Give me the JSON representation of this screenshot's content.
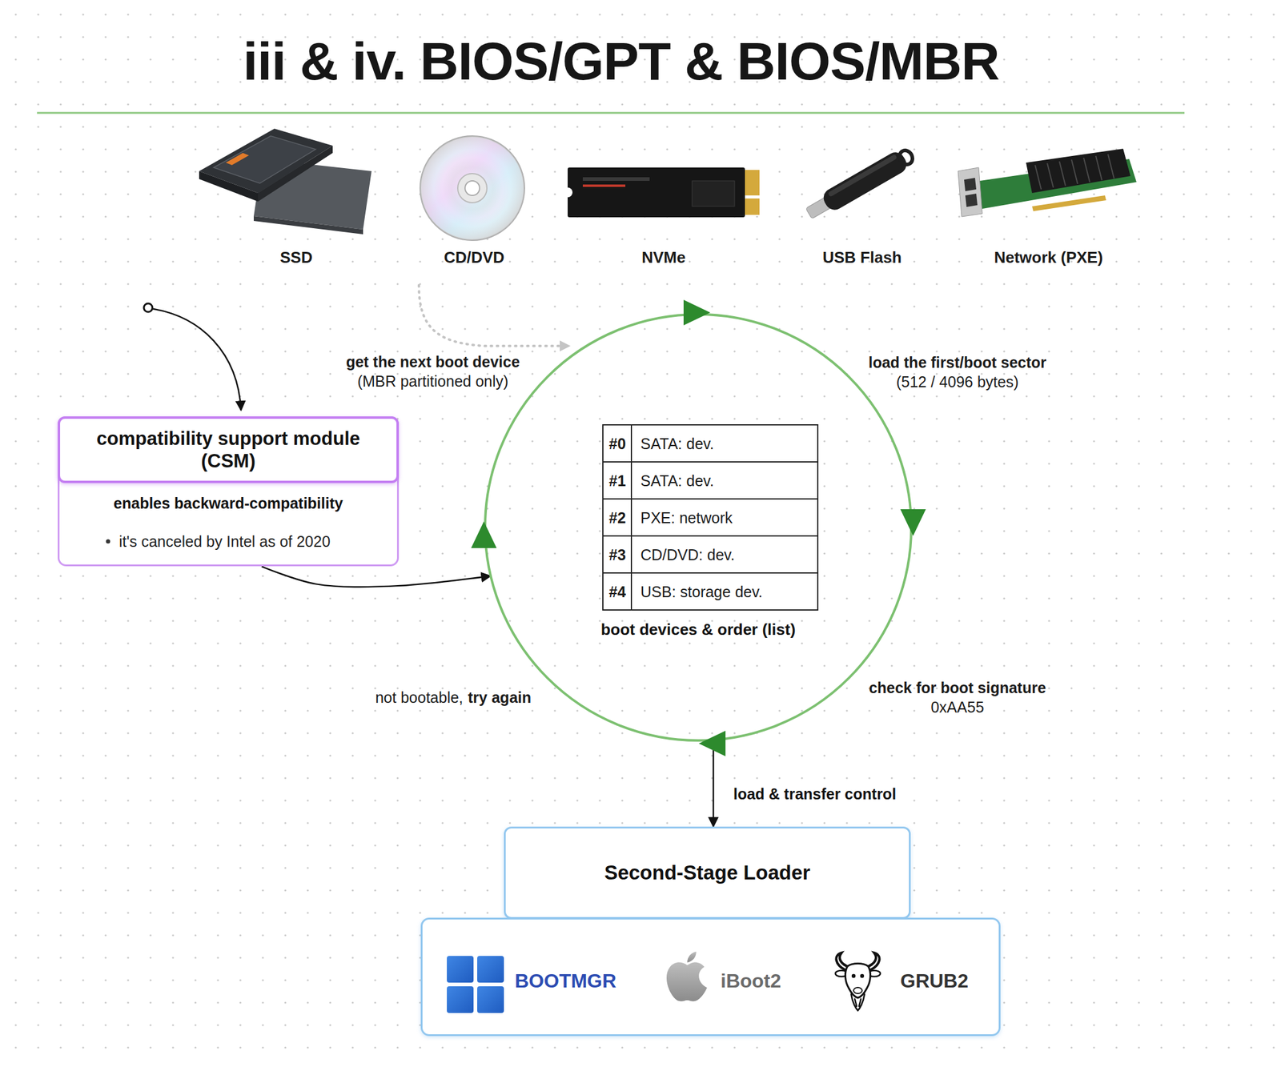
{
  "diagram": {
    "title": "iii & iv. BIOS/GPT & BIOS/MBR",
    "nodes": [
      {
        "text": [
          "compatibility support module (CSM)",
          "enables backward-compatibility",
          "it's canceled by Intel as of 2020"
        ]
      },
      {
        "text": [
          "boot devices & order (list)"
        ]
      },
      {
        "text": [
          "Second-Stage Loader"
        ]
      },
      {
        "text": [
          "BOOTMGR",
          "iBoot2",
          "GRUB2"
        ]
      }
    ],
    "edges": [
      {
        "from": 0,
        "to": 1,
        "arrow": "to"
      },
      {
        "from": 1,
        "to": 2,
        "label": "load & transfer control",
        "arrow": "to"
      }
    ],
    "labels": [
      "SSD",
      "CD/DVD",
      "NVMe",
      "USB Flash",
      "Network (PXE)",
      "get the next boot device",
      "(MBR partitioned only)",
      "load the first/boot sector",
      "(512 / 4096 bytes)",
      "check for boot signature",
      "0xAA55",
      "not bootable,",
      "try again",
      "#0",
      "SATA: dev.",
      "#1",
      "SATA: dev.",
      "#2",
      "PXE: network",
      "#3",
      "CD/DVD: dev.",
      "#4",
      "USB: storage dev."
    ]
  }
}
